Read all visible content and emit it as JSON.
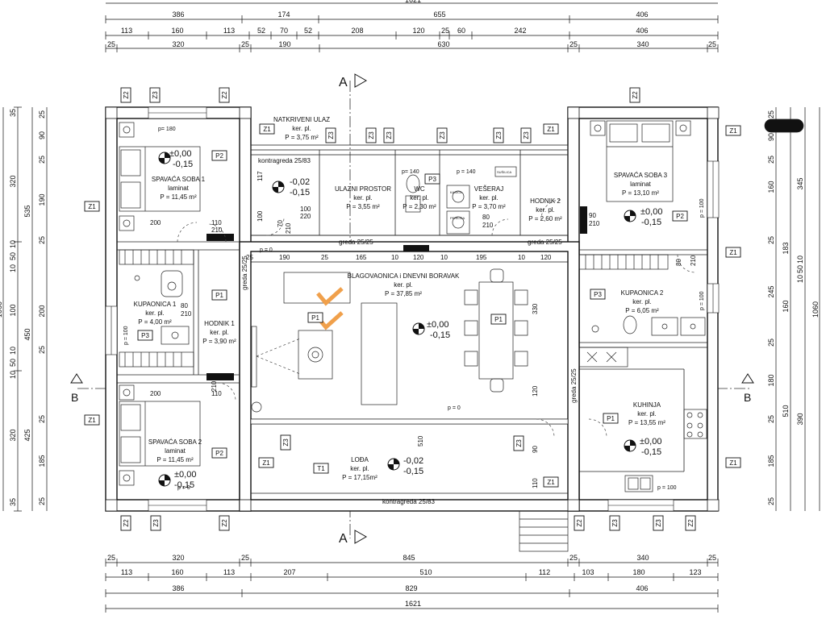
{
  "dims_top": {
    "row1": [
      "1621"
    ],
    "row2": [
      "386",
      "174",
      "655",
      "406"
    ],
    "row3": [
      "113",
      "160",
      "113",
      "52",
      "70",
      "52",
      "208",
      "120",
      "25",
      "60",
      "242",
      "406"
    ],
    "row4": [
      "25",
      "320",
      "25",
      "190",
      "630",
      "25",
      "340",
      "25"
    ]
  },
  "dims_bottom": {
    "row1": [
      "25",
      "320",
      "25",
      "845",
      "25",
      "340",
      "25"
    ],
    "row2": [
      "113",
      "160",
      "113",
      "207",
      "510",
      "112",
      "103",
      "180",
      "123"
    ],
    "row3": [
      "386",
      "829",
      "406"
    ],
    "row4": [
      "1621"
    ]
  },
  "dims_left": {
    "outer": [
      "1060"
    ],
    "mid1": [
      "535",
      "450",
      "425"
    ],
    "mid2": [
      "35",
      "320",
      "10",
      "50",
      "10",
      "100",
      "10",
      "50",
      "10",
      "320",
      "35"
    ],
    "inner": [
      "25",
      "90",
      "25",
      "190",
      "25",
      "200",
      "25",
      "25",
      "185",
      "25"
    ]
  },
  "dims_right": {
    "outer": [
      "1060"
    ],
    "mid1": [
      "345",
      "183",
      "160",
      "510",
      "390"
    ],
    "mid2": [
      "25",
      "90",
      "25",
      "160",
      "25",
      "10",
      "50",
      "10",
      "245",
      "25",
      "180",
      "25",
      "185",
      "25"
    ]
  },
  "sections": {
    "a_top": "A",
    "a_bottom": "A",
    "b_left": "B",
    "b_right": "B"
  },
  "rooms": [
    {
      "name": "NATKRIVENI ULAZ",
      "mat": "ker. pl.",
      "area": "P = 3,75 m²"
    },
    {
      "name": "SPAVAĆA SOBA 1",
      "mat": "laminat",
      "area": "P = 11,45 m²"
    },
    {
      "name": "ULAZNI PROSTOR",
      "mat": "ker. pl.",
      "area": "P = 3,55 m²"
    },
    {
      "name": "WC",
      "mat": "ker. pl.",
      "area": "P = 2,30 m²"
    },
    {
      "name": "VEŠERAJ",
      "mat": "ker. pl.",
      "area": "P = 3,70 m²"
    },
    {
      "name": "HODNIK 2",
      "mat": "ker. pl.",
      "area": "P = 2,60 m²"
    },
    {
      "name": "SPAVAĆA SOBA 3",
      "mat": "laminat",
      "area": "P = 13,10 m²"
    },
    {
      "name": "KUPAONICA 1",
      "mat": "ker. pl.",
      "area": "P = 4,00 m²"
    },
    {
      "name": "HODNIK 1",
      "mat": "ker. pl.",
      "area": "P = 3,90 m²"
    },
    {
      "name": "BLAGOVAONICA i DNEVNI BORAVAK",
      "mat": "ker. pl.",
      "area": "P = 37,85 m²"
    },
    {
      "name": "KUPAONICA 2",
      "mat": "ker. pl.",
      "area": "P = 6,05 m²"
    },
    {
      "name": "KUHINJA",
      "mat": "ker. pl.",
      "area": "P = 13,55 m²"
    },
    {
      "name": "SPAVAĆA SOBA 2",
      "mat": "laminat",
      "area": "P = 11,45 m²"
    },
    {
      "name": "LOĐA",
      "mat": "ker. pl.",
      "area": "P = 17,15m²"
    }
  ],
  "levels": [
    {
      "a": "±0,00",
      "b": "-0,15"
    },
    {
      "a": "-0,02",
      "b": "-0,15"
    },
    {
      "a": "±0,00",
      "b": "-0,15"
    },
    {
      "a": "±0,00",
      "b": "-0,15"
    },
    {
      "a": "±0,00",
      "b": "-0,15"
    },
    {
      "a": "±0,00",
      "b": "-0,15"
    },
    {
      "a": "-0,02",
      "b": "-0,15"
    }
  ],
  "notes": {
    "kontragreda_top": "kontragreda 25/83",
    "kontragreda_bottom": "kontragreda 25/83",
    "greda1": "greda 25/25",
    "greda2": "greda 25/25",
    "greda_v1": "greda 25/25",
    "greda_v2": "greda 25/25",
    "p180": "p= 180",
    "p140a": "p= 140",
    "p140b": "p = 140",
    "p100a": "p = 100",
    "p100b": "p = 100",
    "p100c": "p = 100",
    "p100d": "p = 100",
    "p0a": "p = 0",
    "p0b": "p = 0",
    "p0c": "p = 0",
    "kasica": "KASICA",
    "perilica": "PERILICA",
    "susilica": "SUŠILICA"
  },
  "tags": [
    "Z1",
    "Z2",
    "Z3",
    "P1",
    "P2",
    "P3",
    "T1"
  ],
  "door_marks": {
    "d200a": "200",
    "d110a": "110",
    "d210a": "210",
    "d100": "100",
    "d220": "220",
    "d70": "70",
    "d210b": "210",
    "d80a": "80",
    "d210c": "210",
    "d90": "90",
    "d210d": "210",
    "d80b": "80",
    "d210e": "210",
    "d80c": "80",
    "d210f": "210",
    "d200b": "200",
    "d110b": "110",
    "d210g": "210",
    "d117": "117",
    "d100b": "100"
  },
  "inner_dims": {
    "hall": [
      "25",
      "190",
      "25",
      "165",
      "10",
      "120",
      "10",
      "195",
      "10",
      "120"
    ],
    "v330": "330",
    "v120": "120",
    "v90": "90",
    "v110": "110",
    "v510": "510"
  }
}
